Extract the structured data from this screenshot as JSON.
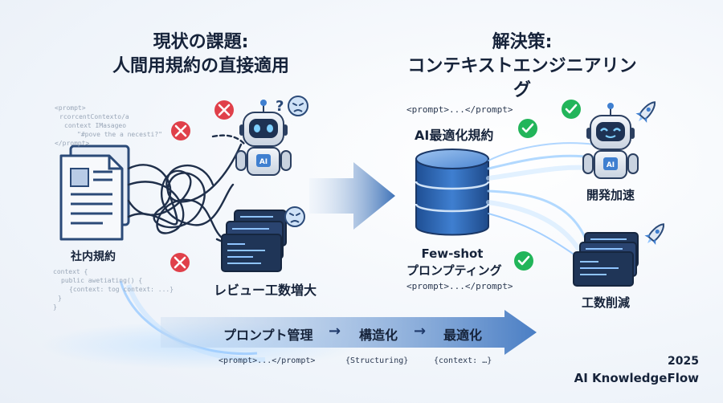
{
  "left": {
    "title_line1": "現状の課題:",
    "title_line2": "人間用規約の直接適用",
    "code_top": [
      "<prompt>",
      "rcorcentContexto/a",
      "context IMasageo",
      "\"#pove the a necesti?\"",
      "</prompt>"
    ],
    "doc_label": "社内規約",
    "code_bottom": [
      "context {",
      "public awetiating() {",
      "{context: tog  context: ...}",
      "}",
      "}"
    ],
    "review_label": "レビュー工数増大"
  },
  "right": {
    "title_line1": "解決策:",
    "title_line2": "コンテキストエンジニアリング",
    "prompt_top": "<prompt>...</prompt>",
    "rule_label": "AI最適化規約",
    "fewshot_line1": "Few-shot",
    "fewshot_line2": "プロンプティング",
    "prompt_bottom": "<prompt>...</prompt>",
    "dev_label": "開発加速",
    "effort_label": "工数削減"
  },
  "flow": {
    "step1": "プロンプト管理",
    "arrow1": "→",
    "step2": "構造化",
    "arrow2": "→",
    "step3": "最適化",
    "code1": "<prompt>...</prompt>",
    "code2": "{Structuring}",
    "code3": "{context: …}"
  },
  "footer": {
    "year": "2025",
    "brand": "AI KnowledgeFlow"
  },
  "colors": {
    "error_red": "#e0404a",
    "ok_green": "#22b55a",
    "accent_blue": "#3f7fd0",
    "navy": "#223a63",
    "glow": "#6fb3ff"
  }
}
